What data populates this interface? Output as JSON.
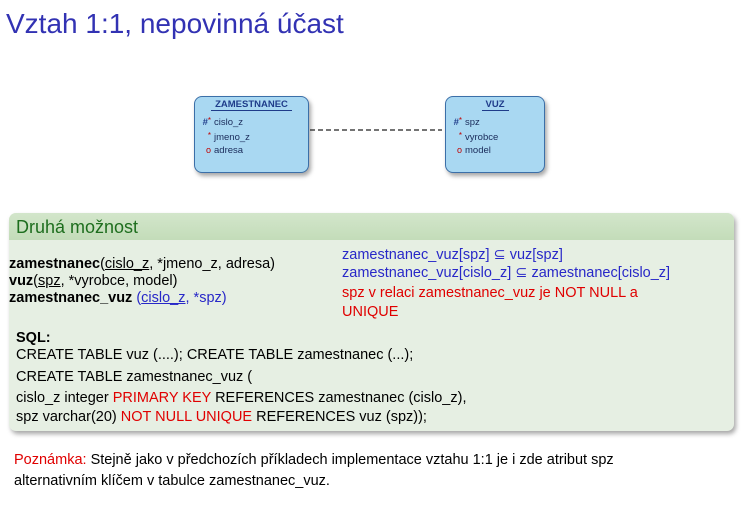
{
  "title": "Vztah 1:1, nepovinná účast",
  "diagram": {
    "entity_left": {
      "name": "ZAMESTNANEC",
      "attributes": [
        {
          "marker": "#*",
          "name": "cislo_z"
        },
        {
          "marker": "*",
          "name": "jmeno_z"
        },
        {
          "marker": "o",
          "name": "adresa"
        }
      ]
    },
    "entity_right": {
      "name": "VUZ",
      "attributes": [
        {
          "marker": "#*",
          "name": "spz"
        },
        {
          "marker": "*",
          "name": "vyrobce"
        },
        {
          "marker": "o",
          "name": "model"
        }
      ]
    }
  },
  "block": {
    "heading": "Druhá možnost",
    "relations": {
      "r1_name": "zamestnanec",
      "r1_open": "(",
      "r1_key": "cislo_z",
      "r1_rest": ", *jmeno_z, adresa)",
      "r2_name": "vuz",
      "r2_open": "(",
      "r2_key": "spz",
      "r2_rest": ", *vyrobce, model)",
      "r3_name": "zamestnanec_vuz",
      "r3_open": " (",
      "r3_key": "cislo_z",
      "r3_rest": ", *spz)"
    },
    "constraints": {
      "c1": "zamestnanec_vuz[spz] ⊆ vuz[spz]",
      "c2": "zamestnanec_vuz[cislo_z] ⊆ zamestnanec[cislo_z]",
      "c3_line1": "spz v relaci zamestnanec_vuz je NOT NULL a",
      "c3_line2": "UNIQUE"
    },
    "sql": {
      "label": "SQL:",
      "line1": "CREATE TABLE vuz (....); CREATE TABLE zamestnanec (...);",
      "line2": "CREATE TABLE zamestnanec_vuz (",
      "line3_a": "cislo_z integer ",
      "line3_b": "PRIMARY KEY",
      "line3_c": " REFERENCES zamestnanec (cislo_z),",
      "line4_a": "spz varchar(20) ",
      "line4_b": "NOT NULL UNIQUE",
      "line4_c": " REFERENCES vuz (spz));"
    }
  },
  "note": {
    "label": "Poznámka:",
    "text_line1": " Stejně jako v předchozích příkladech implementace vztahu 1:1 je i zde atribut spz",
    "text_line2": "alternativním klíčem v tabulce zamestnanec_vuz."
  },
  "colors": {
    "title": "#3232b3",
    "entity_fill": "#a9d8f2",
    "block_head": "#c3dcb9",
    "block_body": "#e6efe3",
    "red": "#e00000",
    "blue": "#2828c8"
  }
}
